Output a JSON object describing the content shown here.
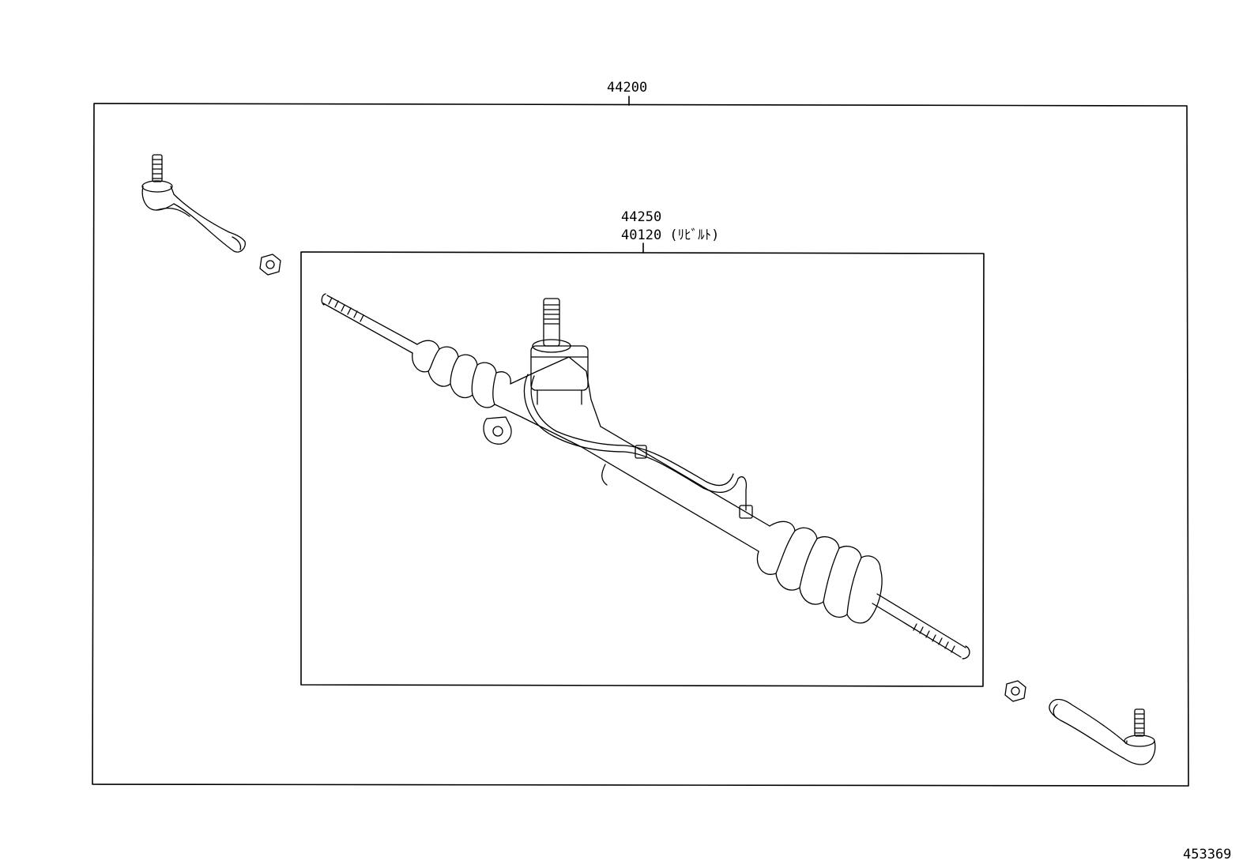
{
  "labels": {
    "assembly": "44200",
    "gear_part": "44250",
    "gear_rebuilt": "40120 (ﾘﾋﾞﾙﾄ)",
    "figure_id": "453369"
  },
  "colors": {
    "line": "#000000",
    "background": "#ffffff"
  }
}
